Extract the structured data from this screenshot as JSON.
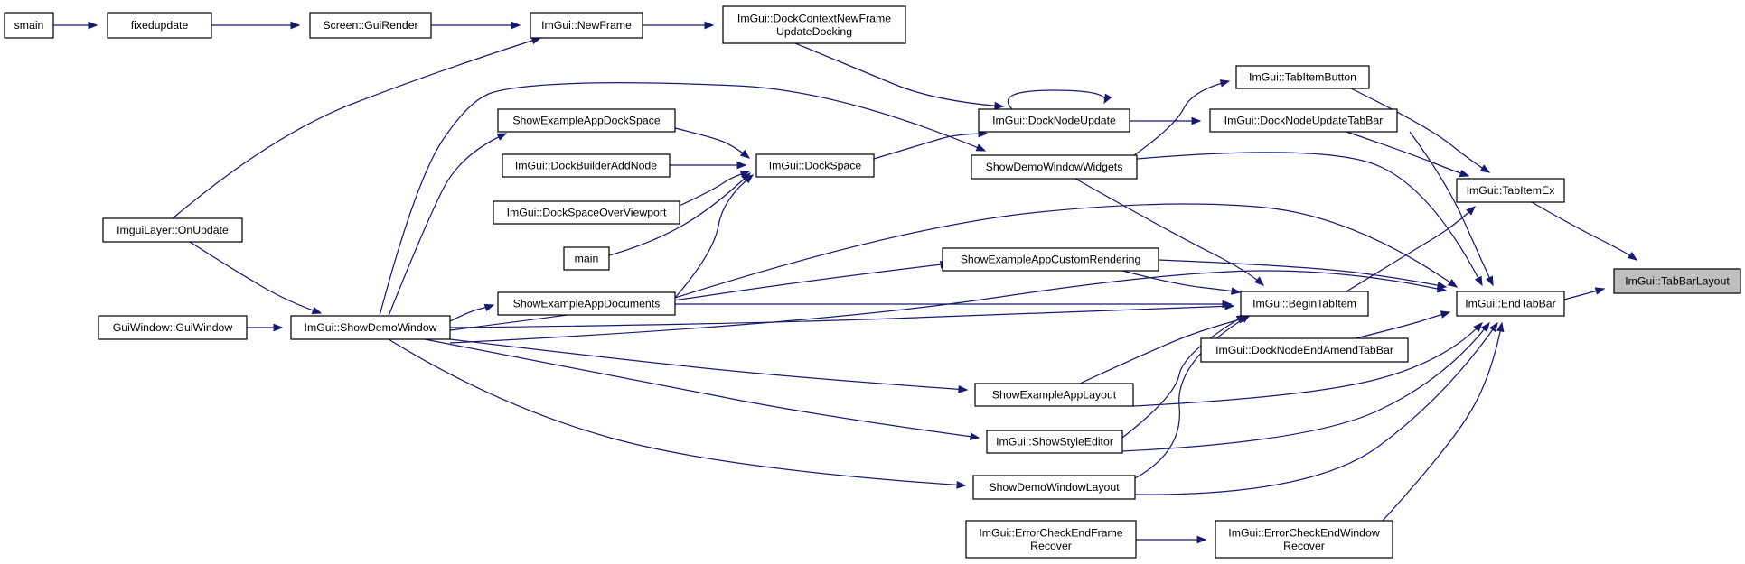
{
  "graph": {
    "highlight_color": "#bfbfbf",
    "edge_color": "#191970",
    "nodes": {
      "smain": [
        "smain"
      ],
      "fixedupdate": [
        "fixedupdate"
      ],
      "guirender": [
        "Screen::GuiRender"
      ],
      "newframe": [
        "ImGui::NewFrame"
      ],
      "dockctx": [
        "ImGui::DockContextNewFrame",
        "UpdateDocking"
      ],
      "tabitembutton": [
        "ImGui::TabItemButton"
      ],
      "docknodeupdate": [
        "ImGui::DockNodeUpdate"
      ],
      "docknodeupdatetabbar": [
        "ImGui::DockNodeUpdateTabBar"
      ],
      "showexappdockspace": [
        "ShowExampleAppDockSpace"
      ],
      "dockbuilderaddnode": [
        "ImGui::DockBuilderAddNode"
      ],
      "dockspace": [
        "ImGui::DockSpace"
      ],
      "showdemowindowwidgets": [
        "ShowDemoWindowWidgets"
      ],
      "dockspaceoverviewport": [
        "ImGui::DockSpaceOverViewport"
      ],
      "tabitemex": [
        "ImGui::TabItemEx"
      ],
      "imguilayer": [
        "ImguiLayer::OnUpdate"
      ],
      "main": [
        "main"
      ],
      "customrendering": [
        "ShowExampleAppCustomRendering"
      ],
      "showexappdocuments": [
        "ShowExampleAppDocuments"
      ],
      "begintabitem": [
        "ImGui::BeginTabItem"
      ],
      "endtabbar": [
        "ImGui::EndTabBar"
      ],
      "tabbarlayout": [
        "ImGui::TabBarLayout"
      ],
      "guiwindow": [
        "GuiWindow::GuiWindow"
      ],
      "showdemowindow": [
        "ImGui::ShowDemoWindow"
      ],
      "docknodeendamend": [
        "ImGui::DockNodeEndAmendTabBar"
      ],
      "showexapplayout": [
        "ShowExampleAppLayout"
      ],
      "showstyleeditor": [
        "ImGui::ShowStyleEditor"
      ],
      "showdemowindowlayout": [
        "ShowDemoWindowLayout"
      ],
      "errcheckendframe": [
        "ImGui::ErrorCheckEndFrame",
        "Recover"
      ],
      "errcheckendwindow": [
        "ImGui::ErrorCheckEndWindow",
        "Recover"
      ]
    },
    "edges": [
      [
        "smain",
        "fixedupdate"
      ],
      [
        "fixedupdate",
        "guirender"
      ],
      [
        "guirender",
        "newframe"
      ],
      [
        "newframe",
        "dockctx"
      ],
      [
        "dockctx",
        "docknodeupdate"
      ],
      [
        "docknodeupdate",
        "docknodeupdate"
      ],
      [
        "docknodeupdate",
        "docknodeupdatetabbar"
      ],
      [
        "showdemowindow",
        "showdemowindowwidgets"
      ],
      [
        "showdemowindowwidgets",
        "tabitembutton"
      ],
      [
        "tabitembutton",
        "tabitemex"
      ],
      [
        "docknodeupdatetabbar",
        "tabitemex"
      ],
      [
        "docknodeupdatetabbar",
        "endtabbar"
      ],
      [
        "dockspace",
        "docknodeupdate"
      ],
      [
        "showexappdockspace",
        "dockspace"
      ],
      [
        "dockbuilderaddnode",
        "dockspace"
      ],
      [
        "dockspaceoverviewport",
        "dockspace"
      ],
      [
        "main",
        "dockspace"
      ],
      [
        "showexappdocuments",
        "dockspace"
      ],
      [
        "showdemowindow",
        "showexappdockspace"
      ],
      [
        "imguilayer",
        "newframe"
      ],
      [
        "imguilayer",
        "showdemowindow"
      ],
      [
        "guiwindow",
        "showdemowindow"
      ],
      [
        "showdemowindow",
        "showexappdocuments"
      ],
      [
        "showdemowindow",
        "customrendering"
      ],
      [
        "showdemowindow",
        "showexapplayout"
      ],
      [
        "showdemowindow",
        "showstyleeditor"
      ],
      [
        "showdemowindow",
        "showdemowindowlayout"
      ],
      [
        "showdemowindow",
        "begintabitem"
      ],
      [
        "showdemowindowwidgets",
        "begintabitem"
      ],
      [
        "customrendering",
        "begintabitem"
      ],
      [
        "showexappdocuments",
        "begintabitem"
      ],
      [
        "showexapplayout",
        "begintabitem"
      ],
      [
        "showstyleeditor",
        "begintabitem"
      ],
      [
        "showdemowindowlayout",
        "begintabitem"
      ],
      [
        "begintabitem",
        "tabitemex"
      ],
      [
        "tabitemex",
        "tabbarlayout"
      ],
      [
        "endtabbar",
        "tabbarlayout"
      ],
      [
        "showdemowindowwidgets",
        "endtabbar"
      ],
      [
        "showexappdocuments",
        "endtabbar"
      ],
      [
        "customrendering",
        "endtabbar"
      ],
      [
        "showdemowindow",
        "endtabbar"
      ],
      [
        "docknodeendamend",
        "endtabbar"
      ],
      [
        "showexapplayout",
        "endtabbar"
      ],
      [
        "showstyleeditor",
        "endtabbar"
      ],
      [
        "showdemowindowlayout",
        "endtabbar"
      ],
      [
        "errcheckendwindow",
        "endtabbar"
      ],
      [
        "errcheckendframe",
        "errcheckendwindow"
      ]
    ]
  }
}
